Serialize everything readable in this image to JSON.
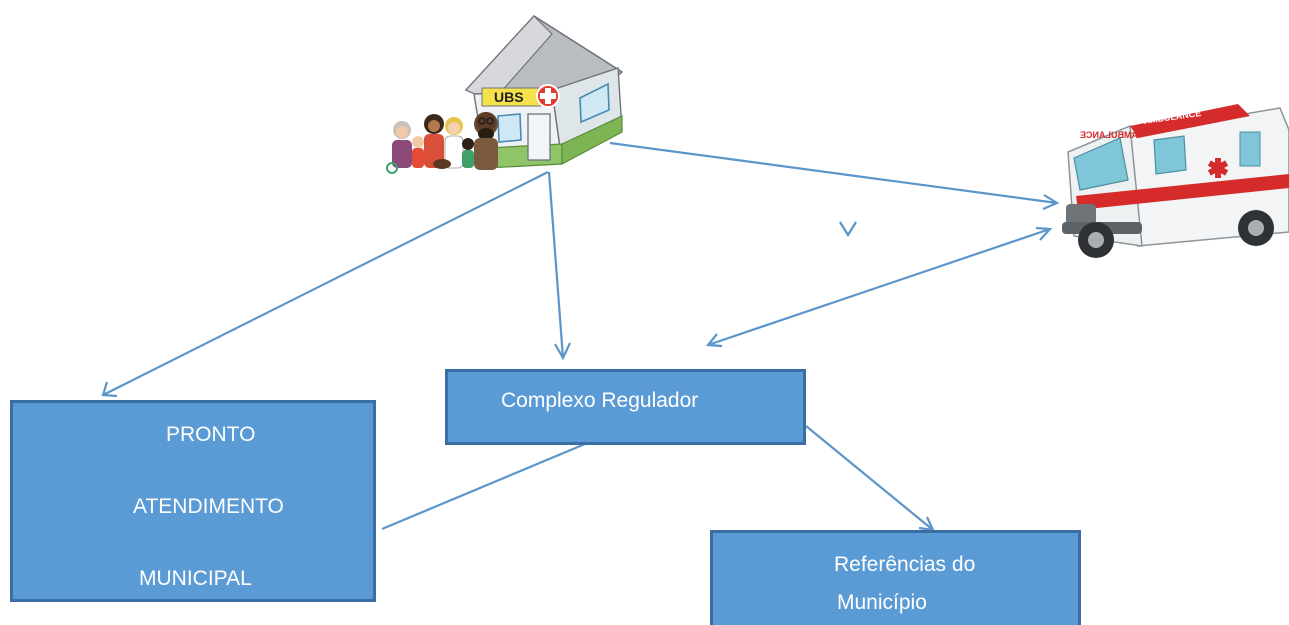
{
  "diagram": {
    "ubs": {
      "sign_label": "UBS"
    },
    "ambulance": {
      "side_text": "AMBULANCE",
      "mirrored_text": "AMBULANCE"
    },
    "pronto_atendimento": {
      "line1": "PRONTO",
      "line2": "ATENDIMENTO",
      "line3": "MUNICIPAL"
    },
    "complexo_regulador": {
      "label": "Complexo Regulador"
    },
    "referencias": {
      "line1": "Referências do",
      "line2": "Município"
    },
    "colors": {
      "box_fill": "#5b9bd5",
      "box_border": "#3a6ea5",
      "arrow": "#5b95c9",
      "box_text": "#ffffff"
    },
    "icons": [
      "house-icon",
      "people-icon",
      "medical-cross-icon",
      "ambulance-icon"
    ]
  }
}
